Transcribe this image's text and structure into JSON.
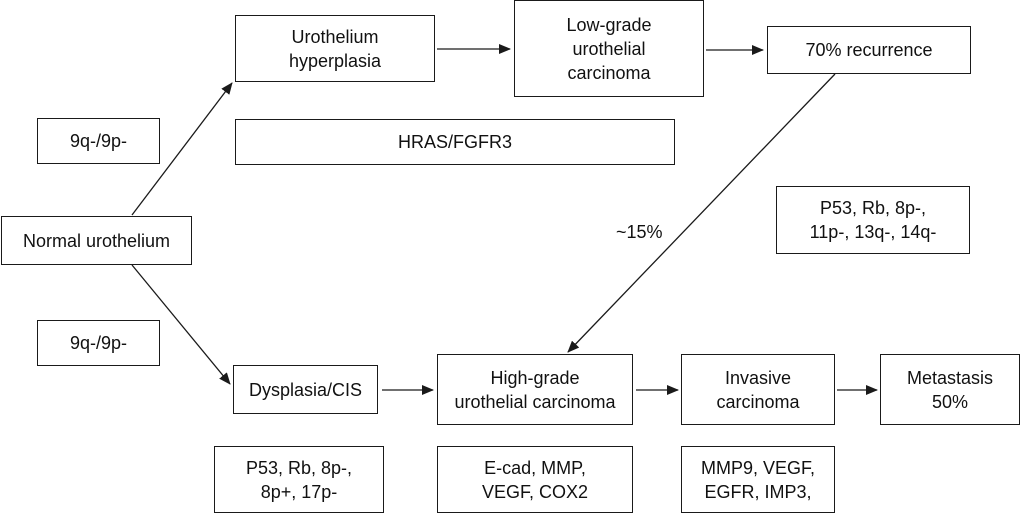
{
  "nodes": {
    "normal": [
      "Normal urothelium"
    ],
    "hyperplasia": [
      "Urothelium",
      "hyperplasia"
    ],
    "lowgrade": [
      "Low-grade",
      "urothelial",
      "carcinoma"
    ],
    "recurrence": [
      "70% recurrence"
    ],
    "dysplasia": [
      "Dysplasia/CIS"
    ],
    "highgrade": [
      "High-grade",
      "urothelial carcinoma"
    ],
    "invasive": [
      "Invasive",
      "carcinoma"
    ],
    "metastasis": [
      "Metastasis",
      "50%"
    ]
  },
  "markers": {
    "upper_9q": [
      "9q-/9p-"
    ],
    "lower_9q": [
      "9q-/9p-"
    ],
    "hras": [
      "HRAS/FGFR3"
    ],
    "right_p53": [
      "P53, Rb, 8p-,",
      "11p-, 13q-, 14q-"
    ],
    "bottom_p53": [
      "P53, Rb, 8p-,",
      "8p+, 17p-"
    ],
    "ecad": [
      "E-cad, MMP,",
      "VEGF, COX2"
    ],
    "mmp9": [
      "MMP9, VEGF,",
      "EGFR, IMP3,"
    ]
  },
  "labels": {
    "progression_pct": "~15%"
  },
  "colors": {
    "stroke": "#1a1a1a"
  }
}
